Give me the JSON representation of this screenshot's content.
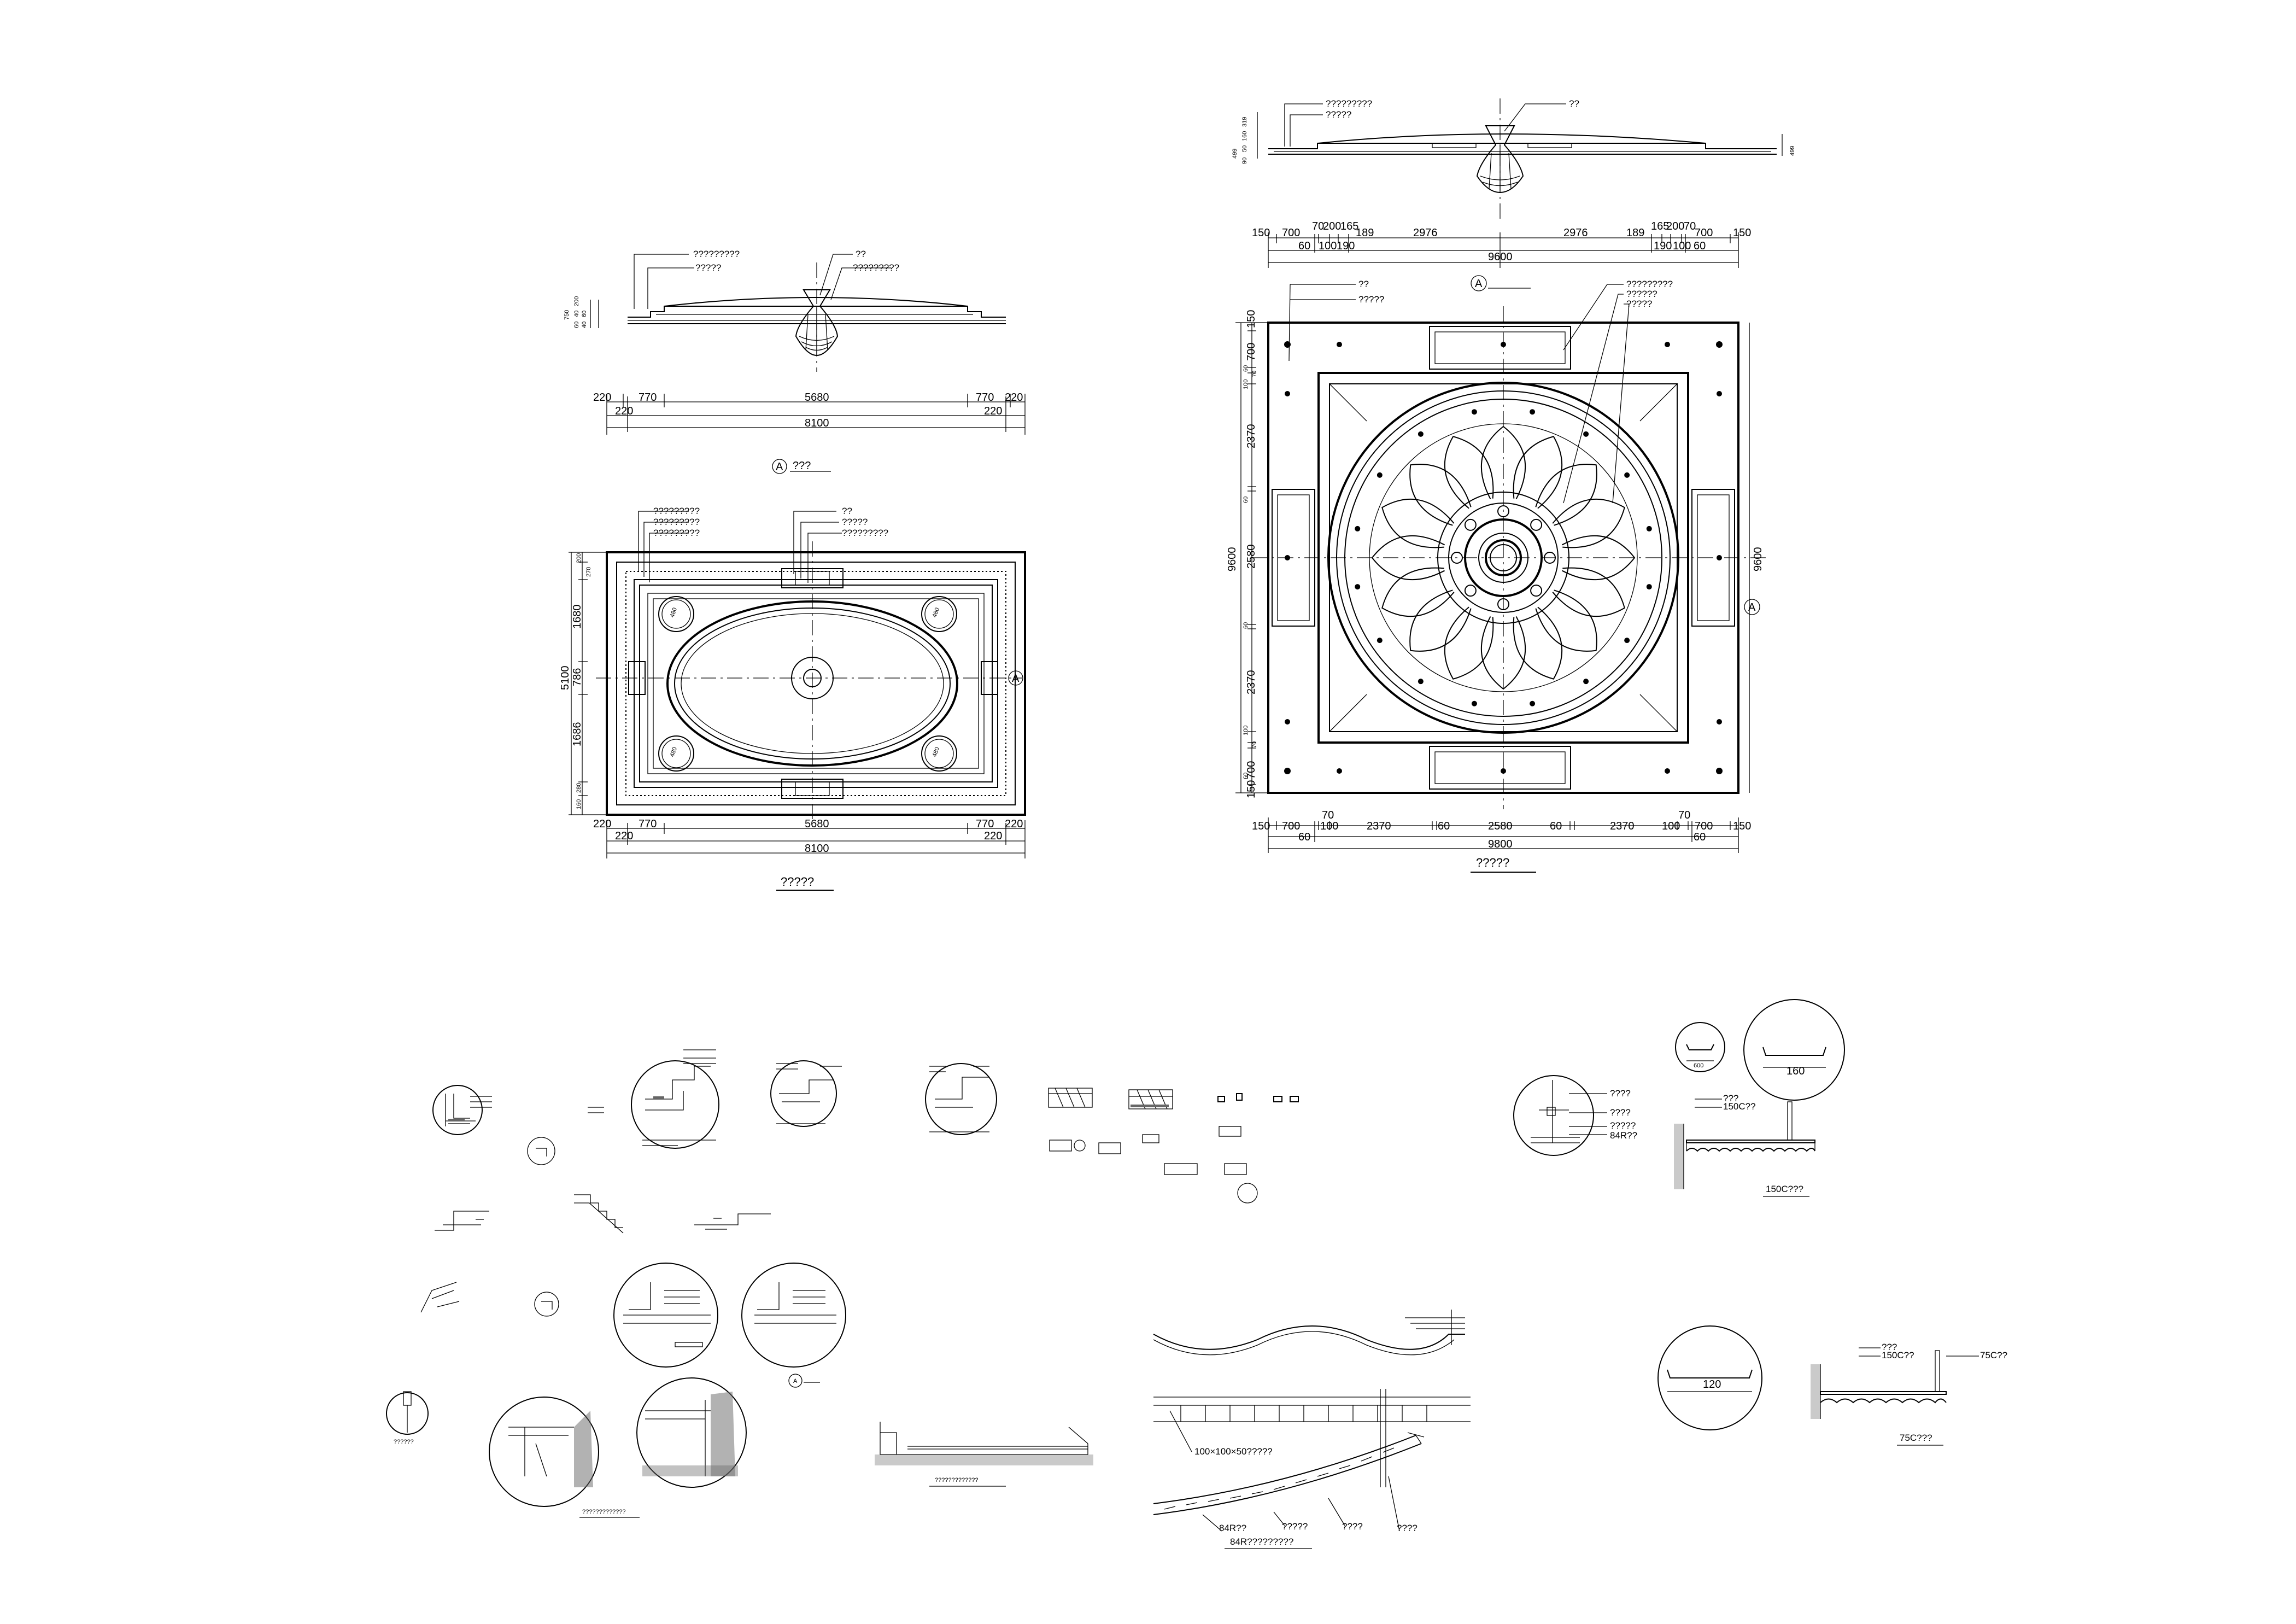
{
  "drawing_a": {
    "section_labels": [
      "?????????",
      "?????",
      "??",
      "?????????"
    ],
    "section_dims": [
      "750",
      "60",
      "40",
      "200",
      "40",
      "60"
    ],
    "section_dim_top": [
      "220",
      "770",
      "5680",
      "770",
      "220"
    ],
    "section_dim_mid": [
      "220",
      "220"
    ],
    "section_dim_total": "8100",
    "section_tag_letter": "A",
    "section_tag_text": "???",
    "plan_labels": [
      "?????????",
      "?????????",
      "?????????",
      "??",
      "?????",
      "?????????"
    ],
    "plan_dim_left": [
      "200",
      "270",
      "1680",
      "786",
      "1686",
      "280",
      "160"
    ],
    "plan_dim_total_v": "5100",
    "plan_circle_labels": [
      "480",
      "480",
      "480",
      "480"
    ],
    "plan_dim_bottom_top": [
      "220",
      "770",
      "5680",
      "770",
      "220"
    ],
    "plan_dim_bottom_mid": [
      "220",
      "220"
    ],
    "plan_dim_total": "8100",
    "plan_tag_letter": "A",
    "plan_title": "?????"
  },
  "drawing_b": {
    "section_labels": [
      "?????????",
      "?????",
      "??"
    ],
    "section_dims_left": [
      "499",
      "90",
      "50",
      "160",
      "319"
    ],
    "section_dims_right": "499",
    "section_dim_top": [
      "150",
      "700",
      "70",
      "200",
      "165",
      "189",
      "2976",
      "2976",
      "189",
      "165",
      "200",
      "70",
      "700",
      "150"
    ],
    "section_dim_mid": [
      "60",
      "100",
      "190",
      "190",
      "100",
      "60"
    ],
    "section_dim_total": "9600",
    "section_tag_letter": "A",
    "plan_labels": [
      "??",
      "?????",
      "?????????",
      "??????",
      "?????"
    ],
    "plan_dim_left": [
      "150",
      "700",
      "60",
      "100",
      "70",
      "2370",
      "60",
      "2580",
      "60",
      "2370",
      "100",
      "70",
      "700",
      "60",
      "150"
    ],
    "plan_dim_total_v": "9600",
    "plan_dim_right": "9600",
    "plan_dim_bottom_top": [
      "70",
      "70"
    ],
    "plan_dim_bottom": [
      "150",
      "700",
      "100",
      "2370",
      "60",
      "2580",
      "60",
      "2370",
      "100",
      "700",
      "150"
    ],
    "plan_dim_bottom_mid": [
      "60",
      "60"
    ],
    "plan_dim_total": "9800",
    "plan_tag_letter": "A",
    "plan_title": "?????"
  },
  "details": {
    "d1_labels": [
      "????",
      "????",
      "?????",
      "84R??"
    ],
    "d2_labels": [
      "600",
      "160",
      "???",
      "150C??"
    ],
    "d2_title": "150C???",
    "d3_labels": [
      "120",
      "???",
      "150C??",
      "75C??"
    ],
    "d3_title": "75C???",
    "wave_labels": [
      "100×100×50?????",
      "84R??",
      "?????",
      "????",
      "????"
    ],
    "wave_title": "84R?????????",
    "misc_titles": [
      "??????",
      "?????????????",
      "?????????????"
    ],
    "tag_letter": "A"
  },
  "colors": {
    "line": "#000000",
    "paper": "#ffffff",
    "hatch": "#666666"
  }
}
